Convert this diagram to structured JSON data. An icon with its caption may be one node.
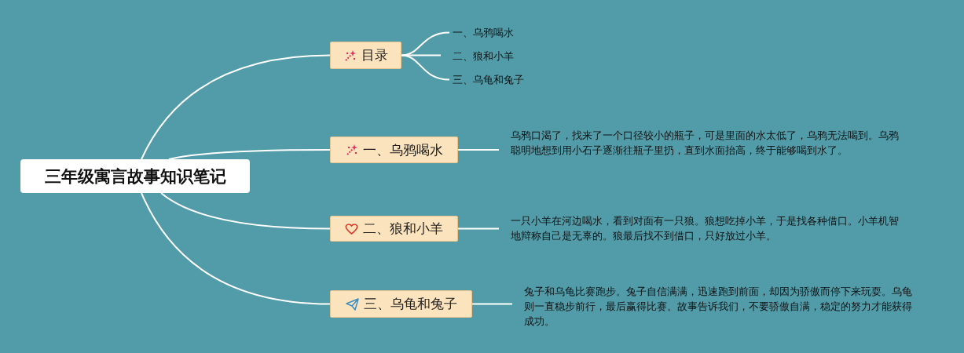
{
  "diagram": {
    "nodes": [
      {
        "text": [
          "三年级寓言故事知识笔记"
        ]
      },
      {
        "text": [
          "目录"
        ]
      },
      {
        "text": [
          "一、乌鸦喝水"
        ]
      },
      {
        "text": [
          "二、狼和小羊"
        ]
      },
      {
        "text": [
          "三、乌龟和兔子"
        ]
      },
      {
        "text": [
          "一、乌鸦喝水"
        ]
      },
      {
        "text": [
          "乌鸦口渴了，找来了一个口径较小的瓶子，可是里面的水太低了，乌鸦无法喝到。乌鸦聪明地想到用小石子逐渐往瓶子里扔，直到水面抬高，终于能够喝到水了。"
        ]
      },
      {
        "text": [
          "二、狼和小羊"
        ]
      },
      {
        "text": [
          "一只小羊在河边喝水，看到对面有一只狼。狼想吃掉小羊，于是找各种借口。小羊机智地辩称自己是无辜的。狼最后找不到借口，只好放过小羊。"
        ]
      },
      {
        "text": [
          "三、乌龟和兔子"
        ]
      },
      {
        "text": [
          "兔子和乌龟比赛跑步。兔子自信满满，迅速跑到前面，却因为骄傲而停下来玩耍。乌龟则一直稳步前行，最后赢得比赛。故事告诉我们，不要骄傲自满，稳定的努力才能获得成功。"
        ]
      }
    ],
    "edges": [
      {
        "from": 0,
        "to": 1,
        "arrow": "none"
      },
      {
        "from": 1,
        "to": 2,
        "arrow": "none"
      },
      {
        "from": 1,
        "to": 3,
        "arrow": "none"
      },
      {
        "from": 1,
        "to": 4,
        "arrow": "none"
      },
      {
        "from": 0,
        "to": 5,
        "arrow": "none"
      },
      {
        "from": 5,
        "to": 6,
        "arrow": "none"
      },
      {
        "from": 0,
        "to": 7,
        "arrow": "none"
      },
      {
        "from": 7,
        "to": 8,
        "arrow": "none"
      },
      {
        "from": 0,
        "to": 9,
        "arrow": "none"
      },
      {
        "from": 9,
        "to": 10,
        "arrow": "none"
      }
    ]
  }
}
